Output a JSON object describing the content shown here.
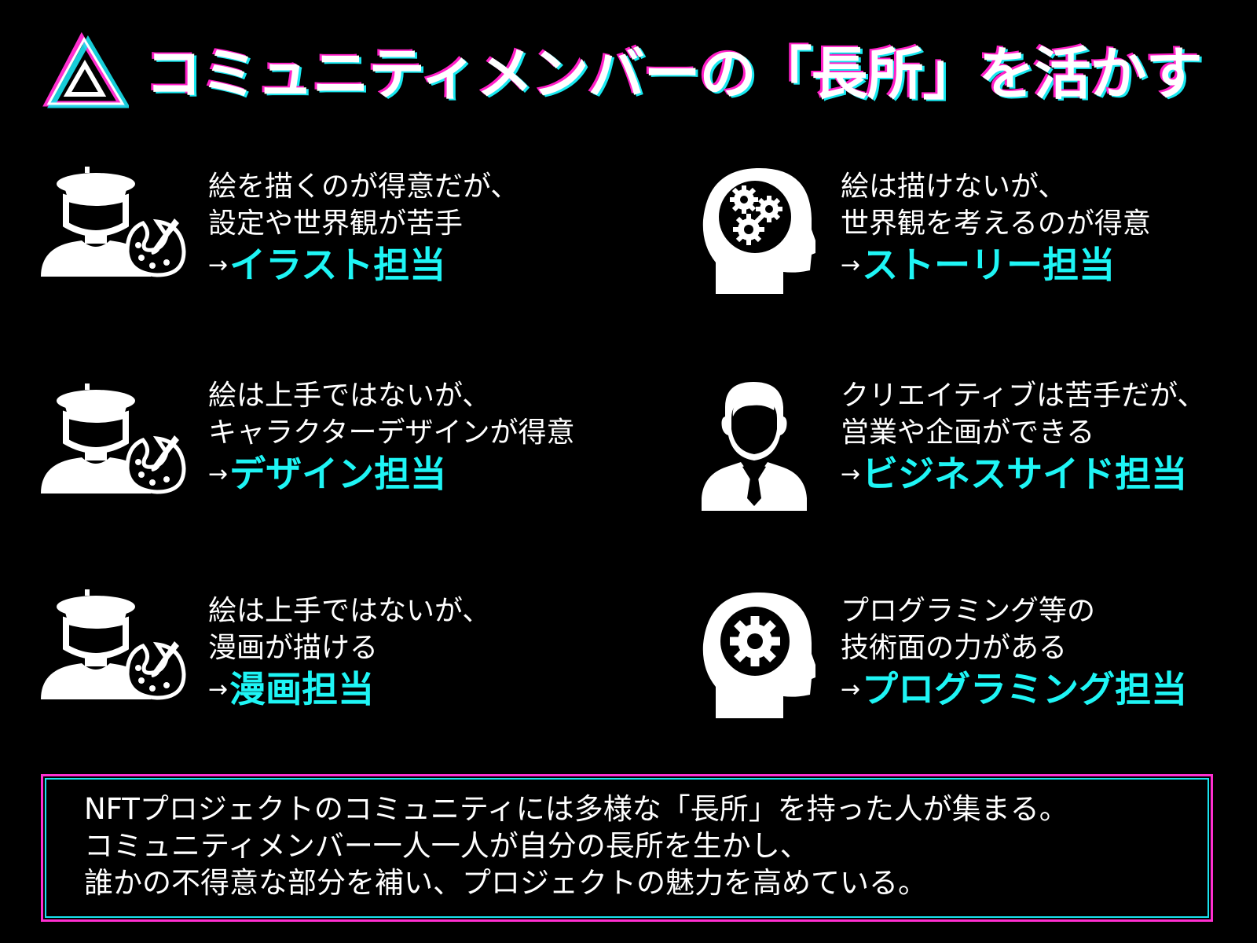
{
  "header": {
    "title": "コミュニティメンバーの「長所」を活かす",
    "logo_icon": "triangle-logo-icon"
  },
  "members": [
    {
      "icon": "artist-palette-icon",
      "lines": [
        "絵を描くのが得意だが、",
        "設定や世界観が苦手"
      ],
      "arrow": "→",
      "role": "イラスト担当"
    },
    {
      "icon": "head-gears-icon",
      "lines": [
        "絵は描けないが、",
        "世界観を考えるのが得意"
      ],
      "arrow": "→",
      "role": "ストーリー担当"
    },
    {
      "icon": "artist-palette-icon",
      "lines": [
        "絵は上手ではないが、",
        "キャラクターデザインが得意"
      ],
      "arrow": "→",
      "role": "デザイン担当"
    },
    {
      "icon": "businessman-icon",
      "lines": [
        "クリエイティブは苦手だが、",
        "営業や企画ができる"
      ],
      "arrow": "→",
      "role": "ビジネスサイド担当"
    },
    {
      "icon": "artist-palette-icon",
      "lines": [
        "絵は上手ではないが、",
        "漫画が描ける"
      ],
      "arrow": "→",
      "role": "漫画担当"
    },
    {
      "icon": "head-gear-icon",
      "lines": [
        "プログラミング等の",
        "技術面の力がある"
      ],
      "arrow": "→",
      "role": "プログラミング担当"
    }
  ],
  "summary": {
    "lines": [
      "NFTプロジェクトのコミュニティには多様な「長所」を持った人が集まる。",
      "コミュニティメンバー一人一人が自分の長所を生かし、",
      "誰かの不得意な部分を補い、プロジェクトの魅力を高めている。"
    ]
  },
  "colors": {
    "background": "#000000",
    "accent_cyan": "#1ef5f5",
    "accent_magenta": "#ff2fd0"
  }
}
